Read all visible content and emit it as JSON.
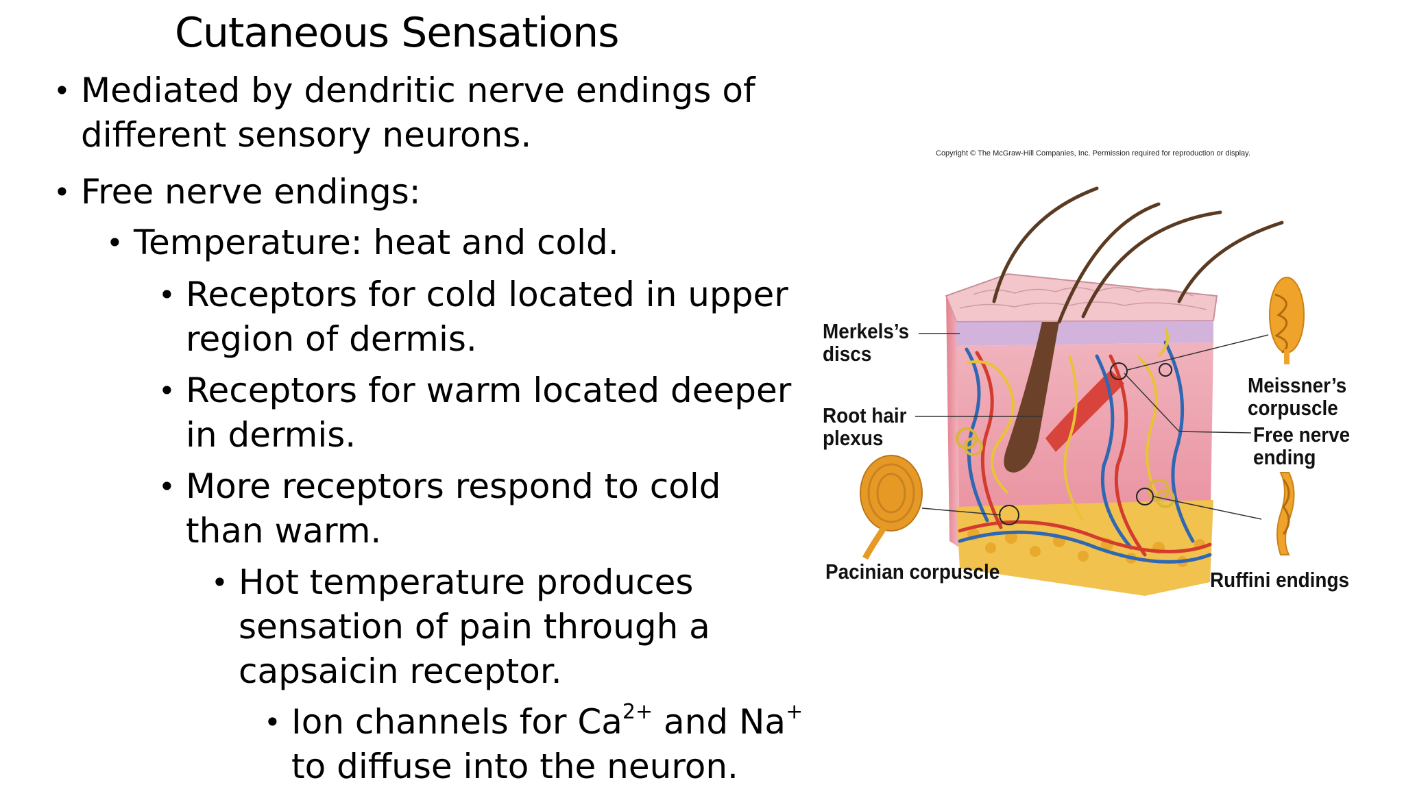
{
  "slide": {
    "title": "Cutaneous Sensations",
    "bullets": [
      {
        "level": 1,
        "lines": [
          "Mediated by dendritic nerve endings of",
          "different sensory neurons."
        ]
      },
      {
        "level": 1,
        "lines": [
          "Free nerve endings:"
        ]
      },
      {
        "level": 2,
        "lines": [
          "Temperature: heat and cold."
        ]
      },
      {
        "level": 3,
        "lines": [
          "Receptors for cold located in upper",
          "region of dermis."
        ]
      },
      {
        "level": 3,
        "lines": [
          "Receptors for warm located deeper",
          "in dermis."
        ]
      },
      {
        "level": 3,
        "lines": [
          "More receptors respond to cold",
          "than warm."
        ]
      },
      {
        "level": 4,
        "lines": [
          "Hot temperature produces",
          "sensation of pain through a",
          "capsaicin receptor."
        ]
      },
      {
        "level": 5,
        "line1_a": "Ion channels for Ca",
        "line1_sup1": "2+",
        "line1_b": " and Na",
        "line1_sup2": "+",
        "line2": "to diffuse into the neuron."
      }
    ]
  },
  "figure": {
    "copyright": "Copyright © The McGraw-Hill Companies, Inc. Permission required for reproduction or display.",
    "labels": {
      "merkel": [
        "Merkels’s",
        "discs"
      ],
      "root_hair": [
        "Root hair",
        "plexus"
      ],
      "pacinian": "Pacinian corpuscle",
      "meissner": [
        "Meissner’s",
        "corpuscle"
      ],
      "free_nerve": [
        "Free nerve",
        "ending"
      ],
      "ruffini": "Ruffini endings"
    }
  }
}
